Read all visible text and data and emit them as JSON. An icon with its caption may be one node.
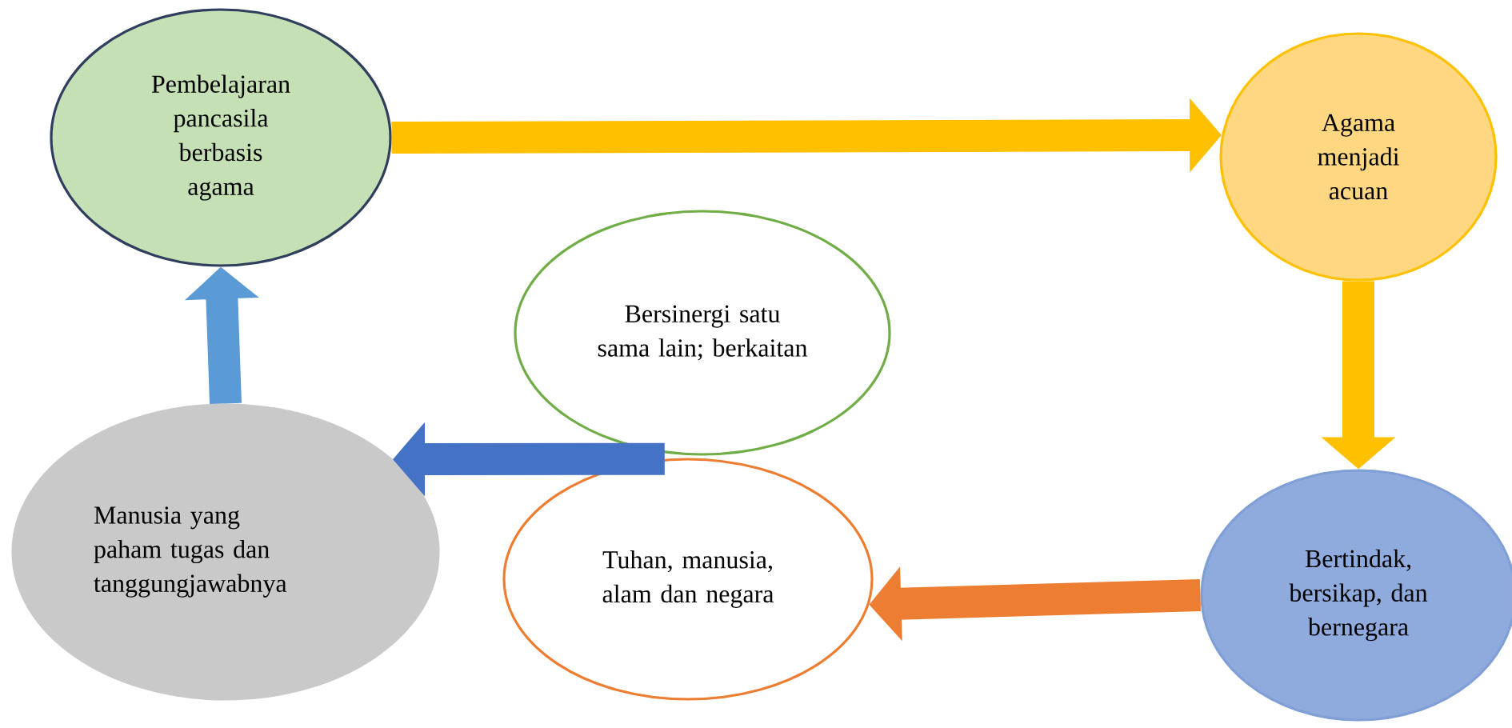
{
  "diagram": {
    "nodes": [
      {
        "text": [
          "Pembelajaran pancasila berbasis agama"
        ]
      },
      {
        "text": [
          "Agama menjadi acuan"
        ]
      },
      {
        "text": [
          "Bersinergi satu sama lain; berkaitan"
        ]
      },
      {
        "text": [
          "Manusia yang paham tugas dan tanggungjawabnya"
        ]
      },
      {
        "text": [
          "Tuhan, manusia, alam dan negara"
        ]
      },
      {
        "text": [
          "Bertindak, bersikap, dan bernegara"
        ]
      }
    ],
    "edges": [
      {
        "from": 0,
        "to": 1,
        "arrow": "to",
        "color": "#ffc000"
      },
      {
        "from": 1,
        "to": 5,
        "arrow": "to",
        "color": "#ffc000"
      },
      {
        "from": 5,
        "to": 4,
        "arrow": "to",
        "color": "#ed7d31"
      },
      {
        "from": 4,
        "to": 3,
        "arrow": "to",
        "color": "#4472c4"
      },
      {
        "from": 3,
        "to": 0,
        "arrow": "to",
        "color": "#5b9bd5"
      }
    ]
  }
}
